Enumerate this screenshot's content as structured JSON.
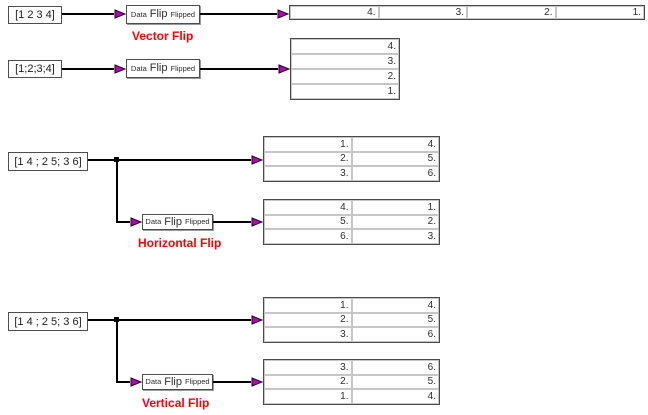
{
  "colors": {
    "wire": "#000000",
    "arrowhead": "#bb00bb",
    "annotation": "#ff0000"
  },
  "blocks": {
    "flip": {
      "port_in": "Data",
      "name": "Flip",
      "port_out": "Flipped"
    }
  },
  "sections": {
    "vector": {
      "label": "Vector Flip",
      "source": "[1 2 3 4]",
      "display": [
        "4.",
        "3.",
        "2.",
        "1."
      ]
    },
    "column": {
      "source": "[1;2;3;4]",
      "display": [
        "4.",
        "3.",
        "2.",
        "1."
      ]
    },
    "horizontal": {
      "label": "Horizontal Flip",
      "source": "[1 4 ; 2 5; 3 6]",
      "display_direct": [
        [
          "1.",
          "4."
        ],
        [
          "2.",
          "5."
        ],
        [
          "3.",
          "6."
        ]
      ],
      "display_flipped": [
        [
          "4.",
          "1."
        ],
        [
          "5.",
          "2."
        ],
        [
          "6.",
          "3."
        ]
      ]
    },
    "vertical": {
      "label": "Vertical Flip",
      "source": "[1 4 ; 2 5; 3 6]",
      "display_direct": [
        [
          "1.",
          "4."
        ],
        [
          "2.",
          "5."
        ],
        [
          "3.",
          "6."
        ]
      ],
      "display_flipped": [
        [
          "3.",
          "6."
        ],
        [
          "2.",
          "5."
        ],
        [
          "1.",
          "4."
        ]
      ]
    }
  }
}
